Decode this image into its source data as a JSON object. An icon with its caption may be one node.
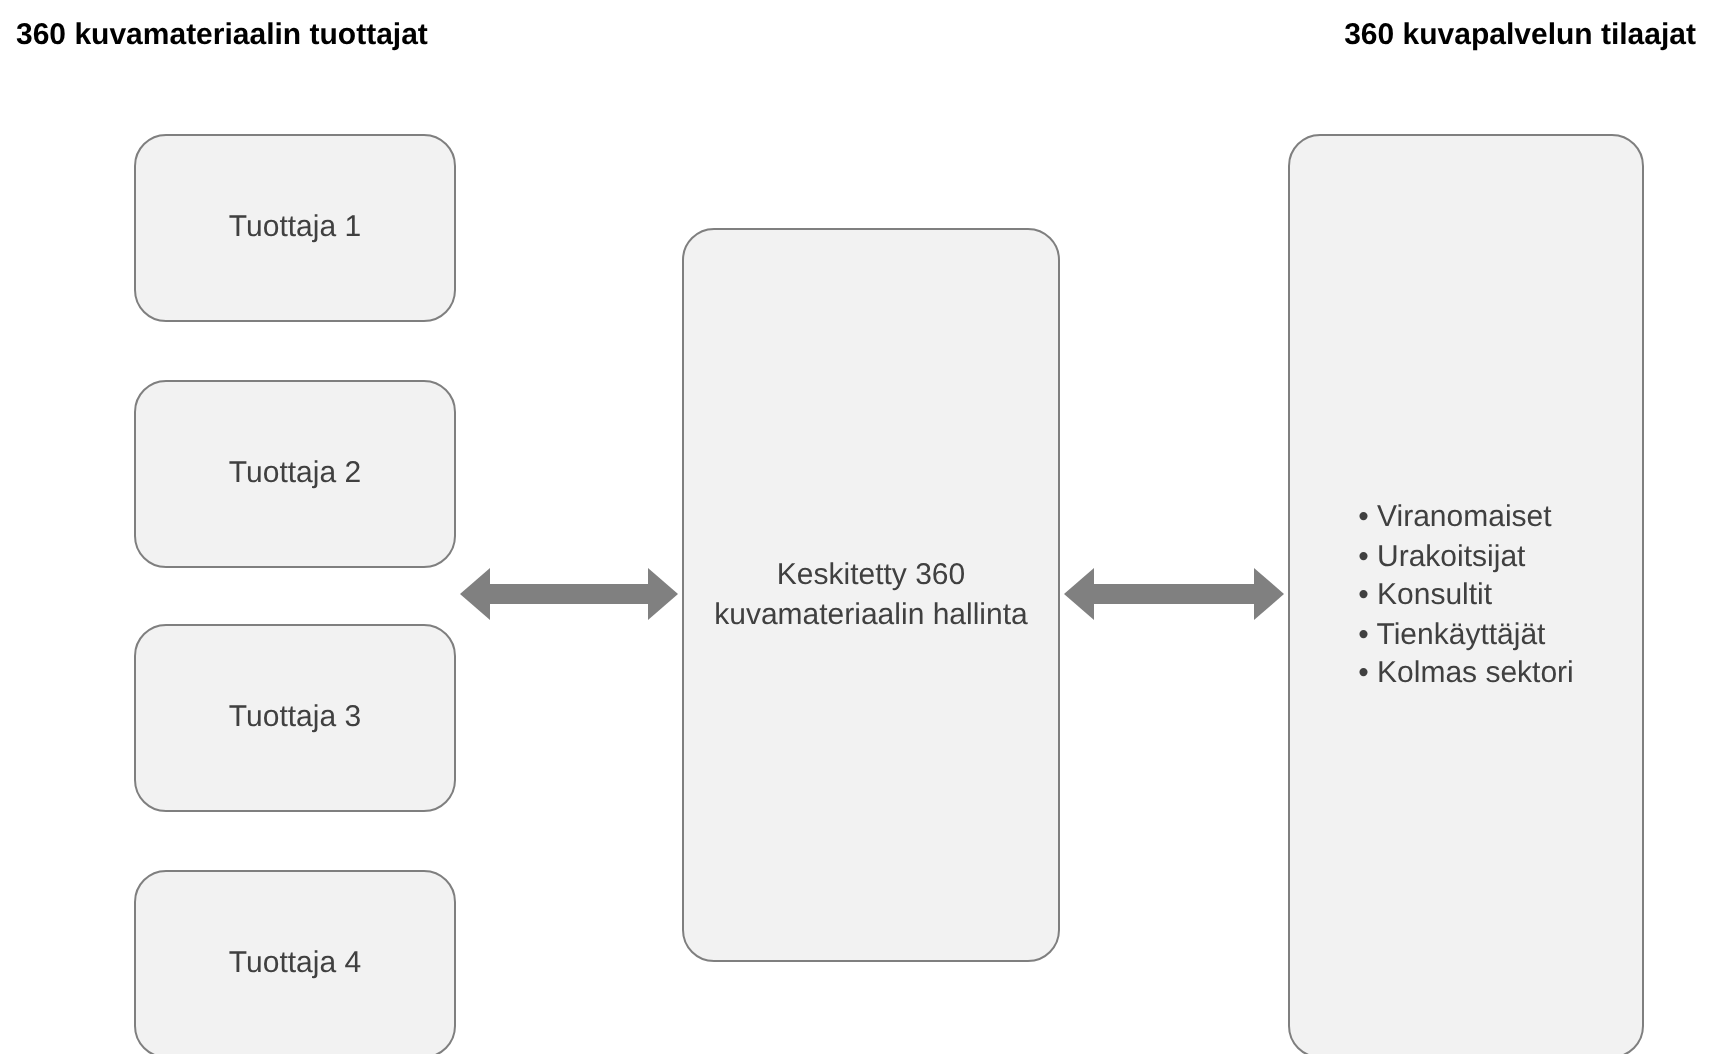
{
  "diagram": {
    "nodes": [
      {
        "text": [
          "Tuottaja 1"
        ]
      },
      {
        "text": [
          "Tuottaja 2"
        ]
      },
      {
        "text": [
          "Tuottaja 3"
        ]
      },
      {
        "text": [
          "Tuottaja 4"
        ]
      },
      {
        "text": [
          "Keskitetty 360 kuvamateriaalin hallinta"
        ]
      },
      {
        "text": [
          "• Viranomaiset",
          "• Urakoitsijat",
          "• Konsultit",
          "• Tienkäyttäjät",
          "• Kolmas sektori"
        ]
      }
    ],
    "edges": [
      {
        "from": 1,
        "to": 4,
        "arrow": "both"
      },
      {
        "from": 4,
        "to": 5,
        "arrow": "both"
      }
    ],
    "labels": [
      "360 kuvamateriaalin tuottajat",
      "360 kuvapalvelun tilaajat"
    ]
  }
}
